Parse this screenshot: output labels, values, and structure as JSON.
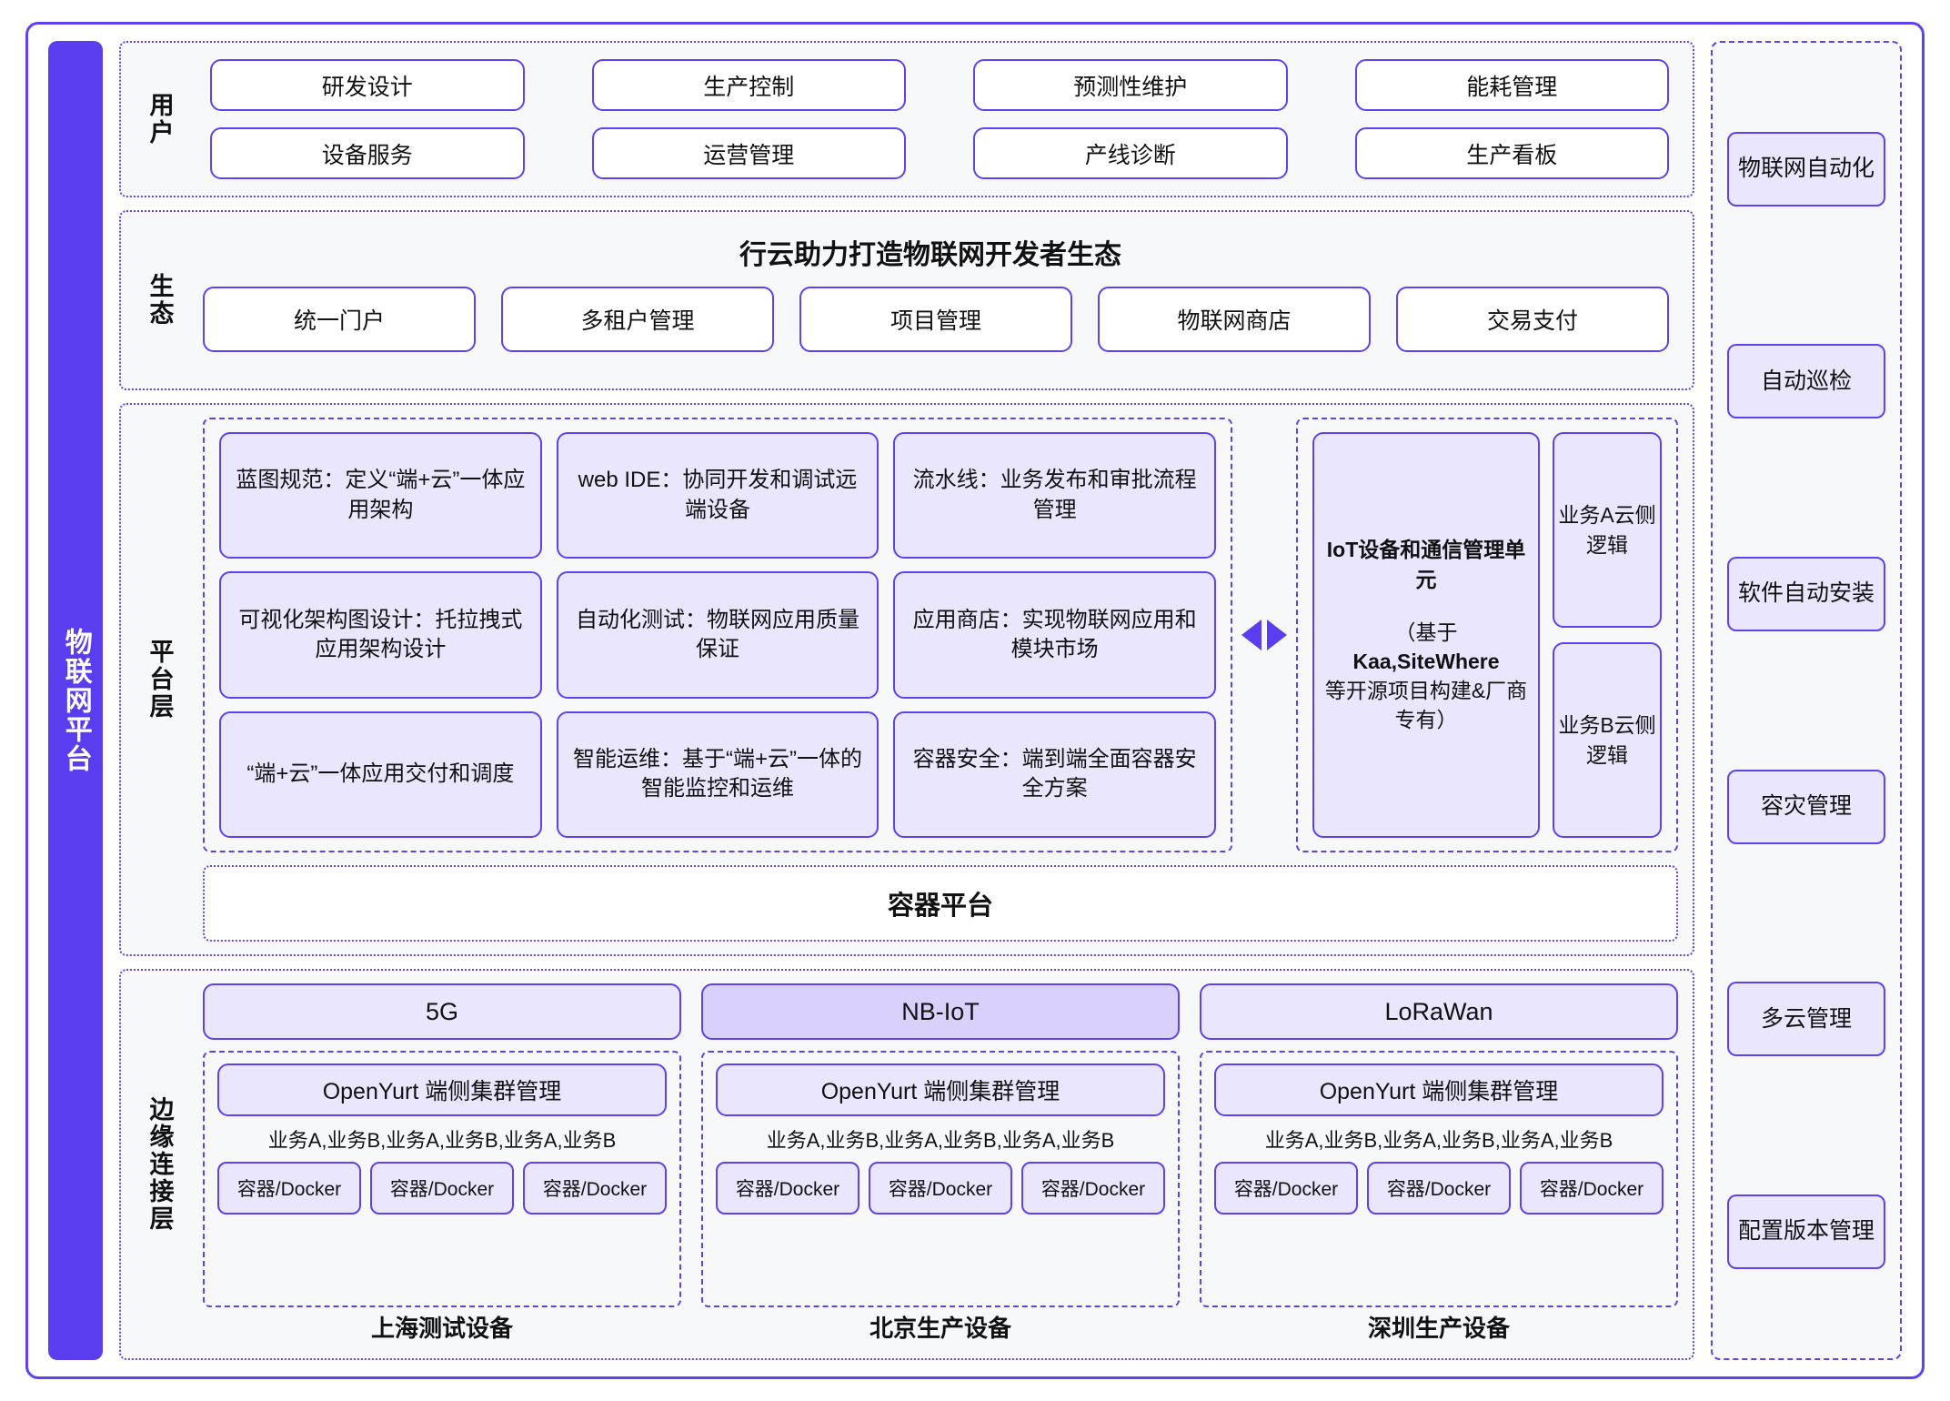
{
  "left_tab": {
    "label": "物联网平台"
  },
  "user_band": {
    "label": "用户",
    "items": [
      "研发设计",
      "生产控制",
      "预测性维护",
      "能耗管理",
      "设备服务",
      "运营管理",
      "产线诊断",
      "生产看板"
    ]
  },
  "eco_band": {
    "label": "生态",
    "title": "行云助力打造物联网开发者生态",
    "items": [
      "统一门户",
      "多租户管理",
      "项目管理",
      "物联网商店",
      "交易支付"
    ]
  },
  "platform_band": {
    "label": "平台层",
    "cards": [
      "蓝图规范：定义“端+云”一体应用架构",
      "web IDE：协同开发和调试远端设备",
      "流水线：业务发布和审批流程管理",
      "可视化架构图设计：托拉拽式应用架构设计",
      "自动化测试：物联网应用质量保证",
      "应用商店：实现物联网应用和模块市场",
      "“端+云”一体应用交付和调度",
      "智能运维：基于“端+云”一体的智能监控和运维",
      "容器安全：端到端全面容器安全方案"
    ],
    "arrows": {
      "left": "arrow-left-icon",
      "right": "arrow-right-icon"
    },
    "iot_unit": {
      "title": "IoT设备和通信管理单元",
      "note_prefix": "（基于",
      "note_bold": "Kaa,SiteWhere",
      "note_suffix": "等开源项目构建&厂商专有）"
    },
    "biz_boxes": [
      "业务A云侧逻辑",
      "业务B云侧逻辑"
    ],
    "container_platform": "容器平台"
  },
  "edge_band": {
    "label": "边缘连接层",
    "networks": [
      "5G",
      "NB-IoT",
      "LoRaWan"
    ],
    "network_accent_index": 1,
    "sites": [
      {
        "cluster": "OpenYurt 端侧集群管理",
        "biz_line": "业务A,业务B,业务A,业务B,业务A,业务B",
        "dockers": [
          "容器/Docker",
          "容器/Docker",
          "容器/Docker"
        ],
        "caption": "上海测试设备"
      },
      {
        "cluster": "OpenYurt 端侧集群管理",
        "biz_line": "业务A,业务B,业务A,业务B,业务A,业务B",
        "dockers": [
          "容器/Docker",
          "容器/Docker",
          "容器/Docker"
        ],
        "caption": "北京生产设备"
      },
      {
        "cluster": "OpenYurt 端侧集群管理",
        "biz_line": "业务A,业务B,业务A,业务B,业务A,业务B",
        "dockers": [
          "容器/Docker",
          "容器/Docker",
          "容器/Docker"
        ],
        "caption": "深圳生产设备"
      }
    ]
  },
  "right_col": {
    "items": [
      "物联网自动化",
      "自动巡检",
      "软件自动安装",
      "容灾管理",
      "多云管理",
      "配置版本管理"
    ]
  },
  "colors": {
    "accent": "#6040f0",
    "tab_fill": "#5b3df0",
    "card_fill": "#eae6fd",
    "card_fill_accent": "#d9d0fb",
    "band_bg": "#f7f8fa"
  }
}
